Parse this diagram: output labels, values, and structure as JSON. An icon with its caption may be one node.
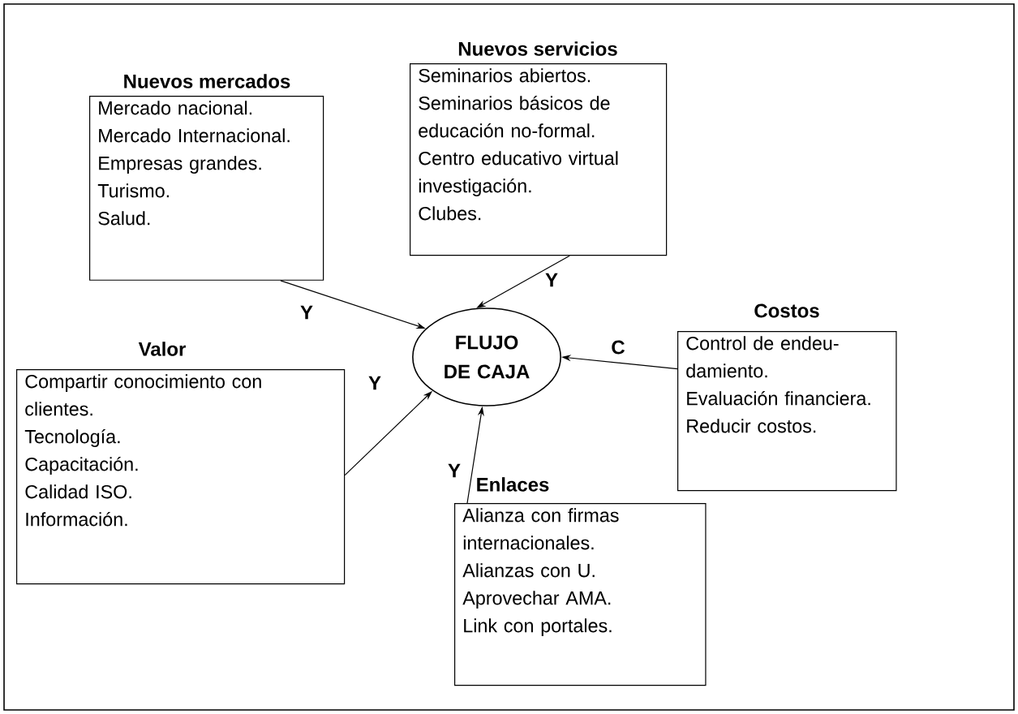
{
  "diagram": {
    "nodes": [
      {
        "text": [
          "Nuevos mercados",
          "Mercado nacional.",
          "Mercado Internacional.",
          "Empresas grandes.",
          "Turismo.",
          "Salud."
        ]
      },
      {
        "text": [
          "Nuevos servicios",
          "Seminarios abiertos.",
          "Seminarios básicos de educación no-formal.",
          "Centro educativo virtual investigación.",
          "Clubes."
        ]
      },
      {
        "text": [
          "Costos",
          "Control de endeu- damiento.",
          "Evaluación financiera.",
          "Reducir costos."
        ]
      },
      {
        "text": [
          "Valor",
          "Compartir conocimiento con clientes.",
          "Tecnología.",
          "Capacitación.",
          "Calidad ISO.",
          "Información."
        ]
      },
      {
        "text": [
          "FLUJO DE CAJA"
        ]
      },
      {
        "text": [
          "Enlaces",
          "Alianza con firmas internacionales.",
          "Alianzas con U.",
          "Aprovechar AMA.",
          "Link con portales."
        ]
      }
    ],
    "edges": [
      {
        "from": 0,
        "to": 4,
        "arrow": "to",
        "label": "Y"
      },
      {
        "from": 1,
        "to": 4,
        "arrow": "to",
        "label": "Y"
      },
      {
        "from": 2,
        "to": 4,
        "arrow": "to",
        "label": "C"
      },
      {
        "from": 3,
        "to": 4,
        "arrow": "to",
        "label": "Y"
      },
      {
        "from": 5,
        "to": 4,
        "arrow": "to",
        "label": "Y"
      }
    ]
  }
}
